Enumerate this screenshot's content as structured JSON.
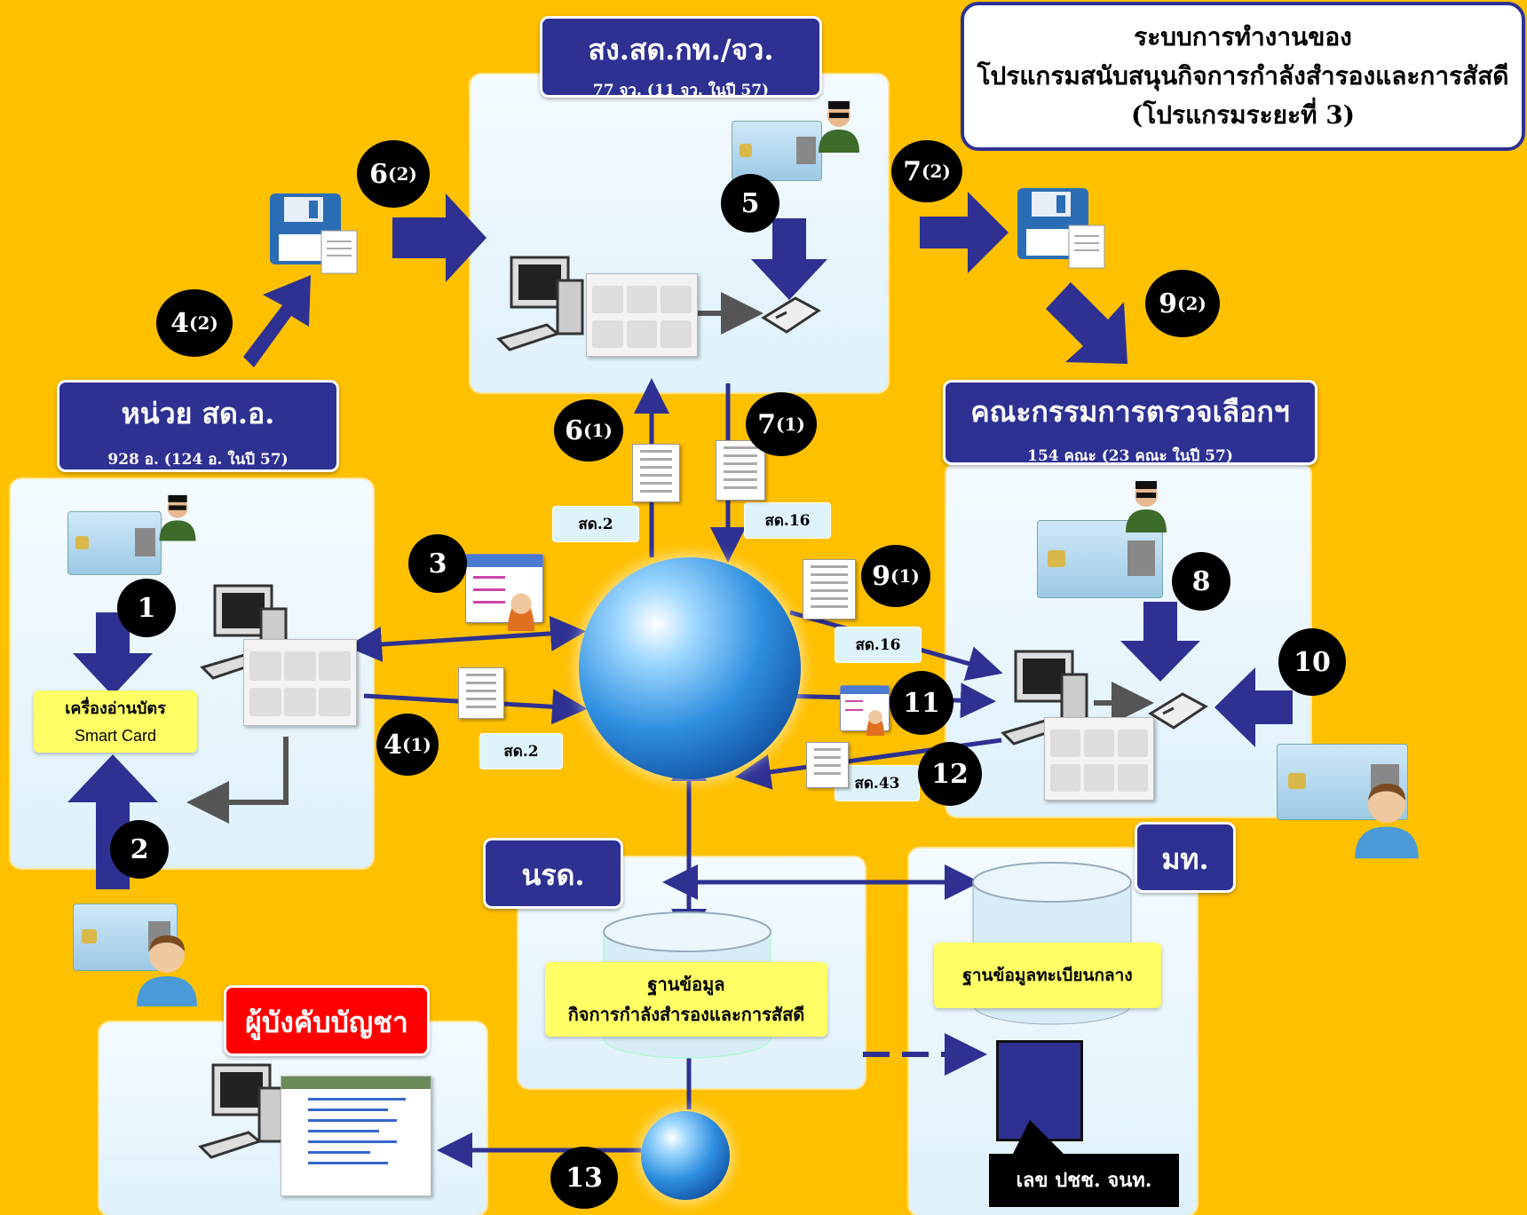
{
  "title": {
    "line1": "ระบบการทำงานของ",
    "line2": "โปรแกรมสนับสนุนกิจการกำลังสำรองและการสัสดี",
    "line3": "(โปรแกรมระยะที่ 3)"
  },
  "headers": {
    "province": {
      "title": "สง.สด.กท./จว.",
      "sub": "77 จว. (11 จว. ในปี 57)"
    },
    "district": {
      "title": "หน่วย สด.อ.",
      "sub": "928 อ. (124 อ. ในปี 57)"
    },
    "committee": {
      "title": "คณะกรรมการตรวจเลือกฯ",
      "sub": "154 คณะ (23 คณะ ในปี 57)"
    },
    "nrd": {
      "title": "นรด."
    },
    "moi": {
      "title": "มท."
    },
    "commander": {
      "title": "ผู้บังคับบัญชา"
    }
  },
  "steps": {
    "s1": "1",
    "s2": "2",
    "s3": "3",
    "s4_1": "4",
    "s4_1b": "(1)",
    "s4_2": "4",
    "s4_2b": "(2)",
    "s5": "5",
    "s6_1": "6",
    "s6_1b": "(1)",
    "s6_2": "6",
    "s6_2b": "(2)",
    "s7_1": "7",
    "s7_1b": "(1)",
    "s7_2": "7",
    "s7_2b": "(2)",
    "s8": "8",
    "s9_1": "9",
    "s9_1b": "(1)",
    "s9_2": "9",
    "s9_2b": "(2)",
    "s10": "10",
    "s11": "11",
    "s12": "12",
    "s13": "13"
  },
  "labels": {
    "sd2_a": "สด.2",
    "sd16_a": "สด.16",
    "sd16_b": "สด.16",
    "sd2_b": "สด.2",
    "sd43": "สด.43"
  },
  "reader": {
    "line1": "เครื่องอ่านบัตร",
    "line2": "Smart Card"
  },
  "db_nrd": {
    "line1": "ฐานข้อมูล",
    "line2": "กิจการกำลังสำรองและการสัสดี"
  },
  "db_moi": {
    "line1": "ฐานข้อมูลทะเบียนกลาง"
  },
  "id_box": "เลข ปชช. จนท.",
  "colors": {
    "background": "#FFC000",
    "navy": "#2E3192",
    "yellow": "#FFFF66",
    "red": "#FF0000"
  }
}
